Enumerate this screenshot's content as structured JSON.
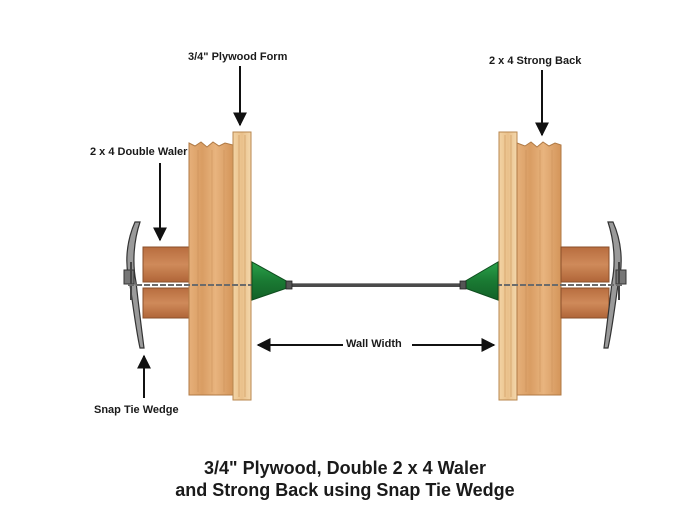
{
  "labels": {
    "plywood_form": "3/4\" Plywood Form",
    "strong_back": "2 x 4 Strong Back",
    "double_waler": "2 x 4 Double Waler",
    "snap_tie_wedge": "Snap Tie Wedge",
    "wall_width": "Wall Width"
  },
  "caption": {
    "line1": "3/4\" Plywood, Double 2 x 4 Waler",
    "line2": "and Strong Back using Snap Tie Wedge"
  },
  "colors": {
    "wood_dark": "#d9a06a",
    "wood_light": "#efc892",
    "waler": "#c27a4a",
    "cone_green": "#1f8a3c",
    "tie_rod": "#555555",
    "wedge_metal": "#8a8a8a"
  }
}
